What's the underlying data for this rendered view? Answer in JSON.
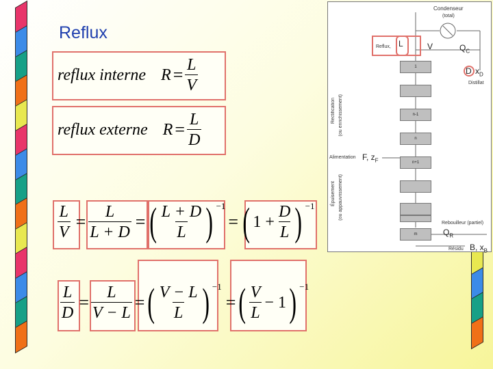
{
  "slide": {
    "title": "Reflux"
  },
  "definitions": [
    {
      "name": "reflux interne",
      "var": "R",
      "num": "L",
      "den": "V"
    },
    {
      "name": "reflux externe",
      "var": "R",
      "num": "L",
      "den": "D"
    }
  ],
  "eq1": {
    "lhs_num": "L",
    "lhs_den": "V",
    "t2_num": "L",
    "t2_den": "L + D",
    "t3_num": "L + D",
    "t3_den": "L",
    "exp": "−1",
    "t4_one": "1 +",
    "t4_num": "D",
    "t4_den": "L"
  },
  "eq2": {
    "lhs_num": "L",
    "lhs_den": "D",
    "t2_num": "L",
    "t2_den": "V − L",
    "t3_num": "V − L",
    "t3_den": "L",
    "exp": "−1",
    "t4_num": "V",
    "t4_den": "L",
    "t4_minus": "− 1"
  },
  "diagram": {
    "condenser": "Condenseur",
    "condenser_sub": "(total)",
    "reflux": "Reflux,",
    "L": "L",
    "V": "V",
    "Qc": "Q",
    "Qc_sub": "C",
    "D": "D",
    "xD": "x",
    "xD_sub": "D",
    "distillat": "Distillat",
    "rect1": "Rectification",
    "rect2": "(ou enrichissement)",
    "alim": "Alimentation",
    "F": "F, z",
    "F_sub": "F",
    "epuis1": "Épuisement",
    "epuis2": "(ou appauvrissement)",
    "reboiler": "Rebouilleur (partiel)",
    "Qr": "Q",
    "Qr_sub": "R",
    "residu": "Résidu",
    "B": "B, x",
    "B_sub": "B",
    "trays": [
      "1",
      "",
      "n-1",
      "n",
      "n+1",
      "",
      "",
      "",
      "m"
    ]
  }
}
